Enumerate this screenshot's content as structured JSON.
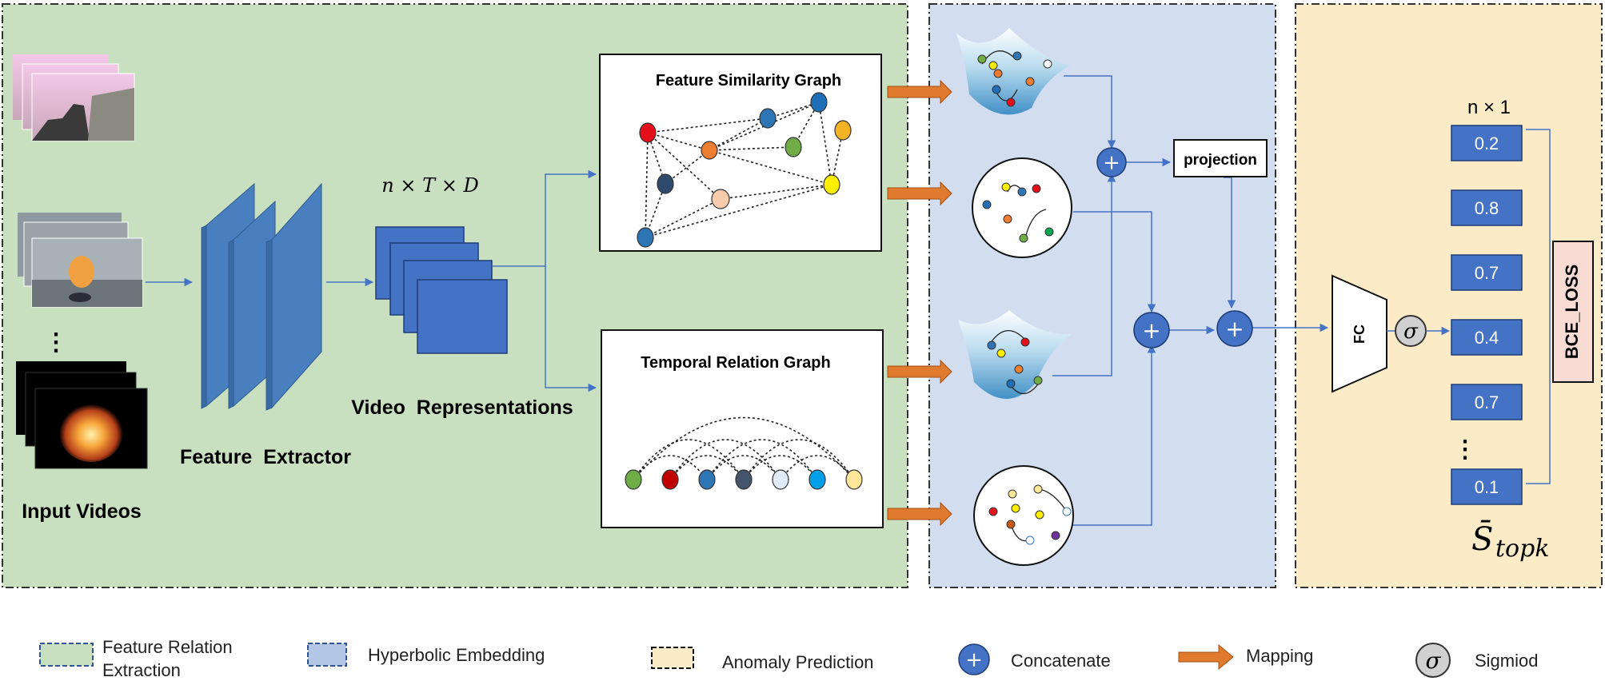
{
  "stages": {
    "feature_relation": {
      "bg": "#c8e0c0"
    },
    "hyperbolic": {
      "bg": "#d3ddf0"
    },
    "anomaly": {
      "bg": "#fbecc7"
    }
  },
  "inputs": {
    "caption": "Input Videos",
    "ellipsis": "⋮"
  },
  "extractor": {
    "caption": "Feature  Extractor"
  },
  "representations": {
    "shape": "n × T × D",
    "caption": "Video  Representations"
  },
  "graphs": {
    "similarity": {
      "title": "Feature Similarity Graph"
    },
    "temporal": {
      "title": "Temporal Relation Graph"
    }
  },
  "projection_label": "projection",
  "concat_symbol": "+",
  "fc_label": "FC",
  "sigma_symbol": "σ",
  "scores": {
    "header": "n × 1",
    "values": [
      "0.2",
      "0.8",
      "0.7",
      "0.4",
      "0.7",
      "0.1"
    ],
    "ellipsis": "⋮",
    "symbol": "S̄",
    "subscript": "topk"
  },
  "loss_label": "BCE_LOSS",
  "legend": [
    {
      "label_line1": "Feature Relation",
      "label_line2": "Extraction",
      "icon": "green-dashed-box"
    },
    {
      "label_line1": "Hyperbolic Embedding",
      "label_line2": "",
      "icon": "blue-dashed-box"
    },
    {
      "label_line1": "Anomaly Prediction",
      "label_line2": "",
      "icon": "yellow-dashed-box"
    },
    {
      "label_line1": "Concatenate",
      "label_line2": "",
      "icon": "plus-circle-icon"
    },
    {
      "label_line1": "Mapping",
      "label_line2": "",
      "icon": "orange-arrow-icon"
    },
    {
      "label_line1": "Sigmiod",
      "label_line2": "",
      "icon": "sigma-circle-icon"
    }
  ],
  "colors": {
    "accent_blue": "#4472c4",
    "panel_blue": "#4a7fbf",
    "mapping_orange": "#e07a2e",
    "loss_box": "#f8dcd3"
  }
}
